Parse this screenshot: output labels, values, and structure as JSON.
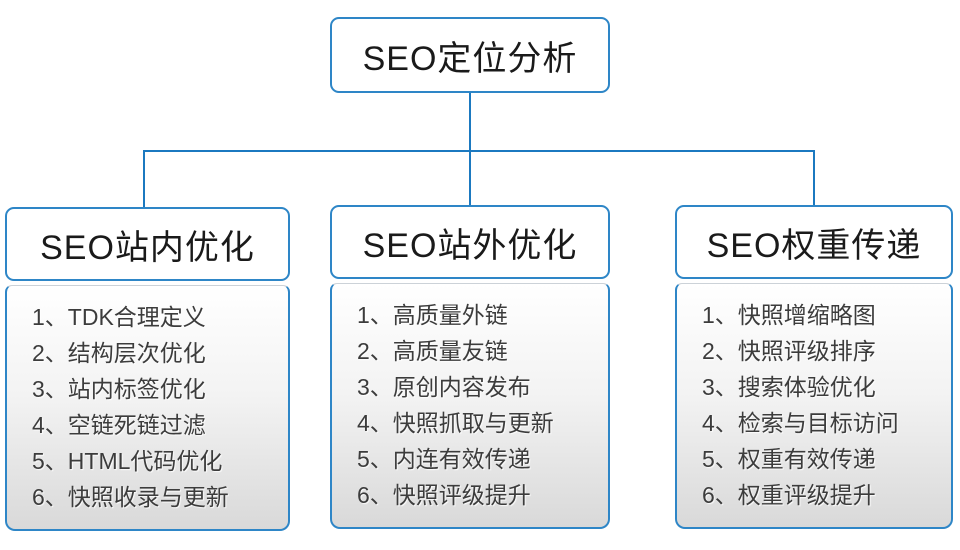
{
  "diagram": {
    "root": {
      "title": "SEO定位分析"
    },
    "columns": [
      {
        "title": "SEO站内优化",
        "items": [
          "1、TDK合理定义",
          "2、结构层次优化",
          "3、站内标签优化",
          "4、空链死链过滤",
          "5、HTML代码优化",
          "6、快照收录与更新"
        ]
      },
      {
        "title": "SEO站外优化",
        "items": [
          "1、高质量外链",
          "2、高质量友链",
          "3、原创内容发布",
          "4、快照抓取与更新",
          "5、内连有效传递",
          "6、快照评级提升"
        ]
      },
      {
        "title": "SEO权重传递",
        "items": [
          "1、快照增缩略图",
          "2、快照评级排序",
          "3、搜索体验优化",
          "4、检索与目标访问",
          "5、权重有效传递",
          "6、权重评级提升"
        ]
      }
    ],
    "colors": {
      "connector_line": "#1b79c0",
      "box_border": "#2e86c7",
      "panel_gradient_top": "#ffffff",
      "panel_gradient_bottom": "#d9d9d9",
      "header_text": "#1a1a1a",
      "item_text": "#3c3c3c"
    }
  }
}
